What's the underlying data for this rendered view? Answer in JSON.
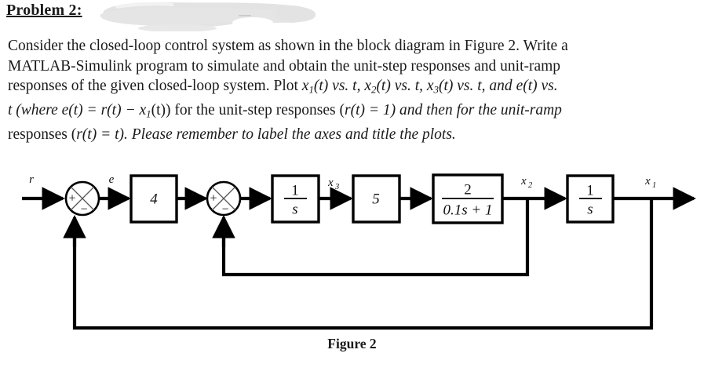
{
  "heading": {
    "text": "Problem 2:"
  },
  "redaction": {
    "color": "#e3e3e3",
    "note": "gray-scribble-redaction"
  },
  "body": {
    "line1": "Consider the closed-loop control system as shown in the block diagram in Figure 2. Write a",
    "line2": "MATLAB-Simulink program to simulate and obtain the unit-step responses and unit-ramp",
    "line3_a": "responses of the given closed-loop system. Plot ",
    "line3_x1": "x",
    "line3_x1sub": "1",
    "line3_b": "(t) vs. t, ",
    "line3_x2": "x",
    "line3_x2sub": "2",
    "line3_c": "(t) vs. t, ",
    "line3_x3": "x",
    "line3_x3sub": "3",
    "line3_d": "(t) vs. t, and ",
    "line3_e": "e",
    "line3_f": "(t) vs.",
    "line4_a": "t (where ",
    "line4_e": "e",
    "line4_b": "(t) = ",
    "line4_r": "r",
    "line4_c": "(t) − ",
    "line4_x1": "x",
    "line4_x1sub": "1",
    "line4_d": "(t)) for the unit-step responses (",
    "line4_r2": "r",
    "line4_f": "(t) = 1) and then for the unit-ramp",
    "line5_a": "responses (",
    "line5_r": "r",
    "line5_b": "(t) = t). Please remember to label the axes and title the plots."
  },
  "diagram": {
    "input_label": "r",
    "error_label": "e",
    "sum1": {
      "plus": "+",
      "minus": "−"
    },
    "sum2": {
      "plus": "+",
      "minus": "−"
    },
    "block_gain_k": "4",
    "block_integrator_1": {
      "numerator": "1",
      "denominator": "s"
    },
    "block_gain_5": "5",
    "block_lag": {
      "numerator": "2",
      "denominator": "0.1s + 1"
    },
    "block_integrator_2": {
      "numerator": "1",
      "denominator": "s"
    },
    "signal_x3": "x",
    "signal_x3_sub": "3",
    "signal_x2": "x",
    "signal_x2_sub": "2",
    "signal_x1": "x",
    "signal_x1_sub": "1",
    "line_color": "#000000"
  },
  "caption": {
    "text": "Figure 2"
  }
}
